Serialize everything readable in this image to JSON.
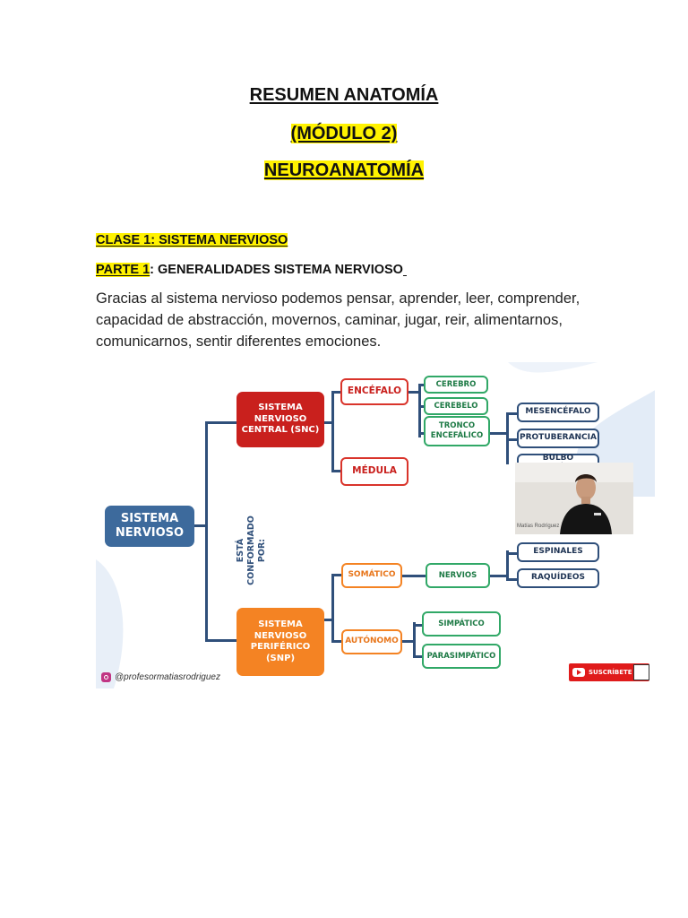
{
  "titles": {
    "line1": "RESUMEN ANATOMÍA",
    "line2": "(MÓDULO 2)",
    "line3": "NEUROANATOMÍA"
  },
  "clase": "CLASE 1:  SISTEMA NERVIOSO",
  "parte": {
    "label": "PARTE 1",
    "text": ": GENERALIDADES SISTEMA NERVIOSO"
  },
  "paragraph": "Gracias al sistema nervioso podemos pensar, aprender, leer, comprender, capacidad de abstracción, movernos, caminar, jugar, reir, alimentarnos, comunicarnos, sentir diferentes emociones.",
  "diagram": {
    "root": "SISTEMA NERVIOSO",
    "connector": "ESTÁ CONFORMADO POR:",
    "snc": "SISTEMA NERVIOSO CENTRAL (SNC)",
    "snp": "SISTEMA NERVIOSO PERIFÉRICO (SNP)",
    "encefalo": "ENCÉFALO",
    "medula": "MÉDULA",
    "cerebro": "CEREBRO",
    "cerebelo": "CEREBELO",
    "tronco": "TRONCO ENCEFÁLICO",
    "mesencefalo": "MESENCÉFALO",
    "protuberancia": "PROTUBERANCIA",
    "bulbo": "BULBO RAQUÍDEO",
    "somatico": "SOMÁTICO",
    "autonomo": "AUTÓNOMO",
    "nervios": "NERVIOS",
    "espinales": "ESPINALES",
    "raquideos": "RAQUÍDEOS",
    "simpatico": "SIMPÁTICO",
    "parasimpatico": "PARASIMPÁTICO",
    "handle": "@profesormatiasrodriguez",
    "subscribe": "SUSCRÍBETE",
    "video_caption": "Matías Rodríguez"
  },
  "colors": {
    "highlight": "#fff200",
    "blue": "#3d6a9c",
    "red": "#c9201d",
    "orange": "#f48323",
    "green": "#31a867",
    "navy": "#2f4f7a"
  }
}
